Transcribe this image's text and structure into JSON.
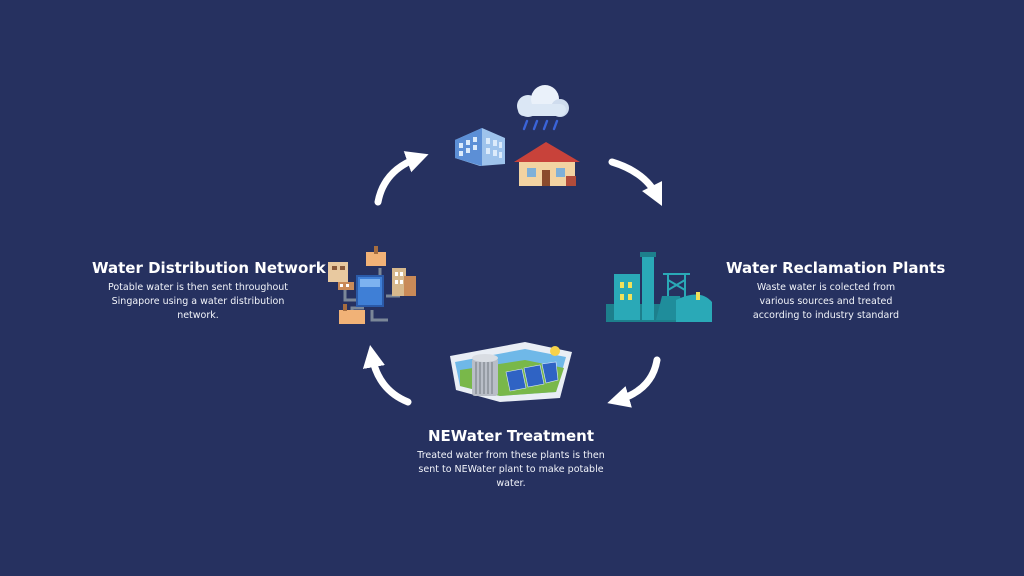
{
  "stages": {
    "distribution": {
      "title": "Water Distribution Network",
      "description": "Potable water is then sent throughout Singapore using a water distribution network.",
      "icon": "water-distribution-network-icon"
    },
    "reclamation": {
      "title": "Water Reclamation Plants",
      "description": "Waste water is colected from various sources and treated according to industry standard",
      "icon": "water-reclamation-plant-icon"
    },
    "treatment": {
      "title": "NEWater Treatment",
      "description": "Treated water from these plants is then sent to NEWater plant to make potable water.",
      "icon": "newater-treatment-plant-icon"
    },
    "source": {
      "icon": "city-rain-houses-icon"
    }
  },
  "colors": {
    "background": "#263160",
    "text": "#ffffff",
    "arrow": "#ffffff",
    "teal": "#2aa9b7"
  }
}
